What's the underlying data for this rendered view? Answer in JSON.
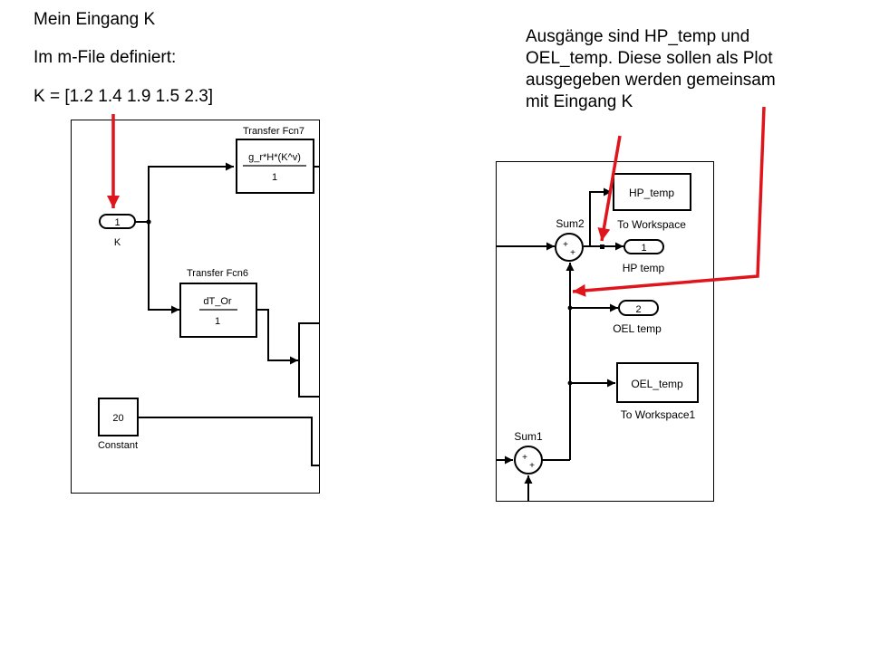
{
  "annotations": {
    "left": {
      "line1": "Mein Eingang K",
      "line2": "Im m-File definiert:",
      "line3": "K = [1.2 1.4 1.9 1.5 2.3]"
    },
    "right": {
      "line1": "Ausgänge sind HP_temp und",
      "line2": "OEL_temp. Diese sollen als Plot",
      "line3": "ausgegeben werden gemeinsam",
      "line4": "mit Eingang K"
    },
    "arrow_color": "#e0141b"
  },
  "left_panel": {
    "inport": {
      "number": "1",
      "label": "K"
    },
    "transfer_fcn7": {
      "title": "Transfer Fcn7",
      "numerator": "g_r*H*(K^v)",
      "denominator": "1"
    },
    "transfer_fcn6": {
      "title": "Transfer Fcn6",
      "numerator": "dT_Or",
      "denominator": "1"
    },
    "constant": {
      "value": "20",
      "label": "Constant"
    }
  },
  "right_panel": {
    "sum2": {
      "label": "Sum2",
      "signs": "++"
    },
    "sum1": {
      "label": "Sum1",
      "signs": "++"
    },
    "to_workspace": {
      "variable": "HP_temp",
      "label": "To Workspace"
    },
    "to_workspace1": {
      "variable": "OEL_temp",
      "label": "To Workspace1"
    },
    "outport1": {
      "number": "1",
      "label": "HP temp"
    },
    "outport2": {
      "number": "2",
      "label": "OEL temp"
    }
  }
}
